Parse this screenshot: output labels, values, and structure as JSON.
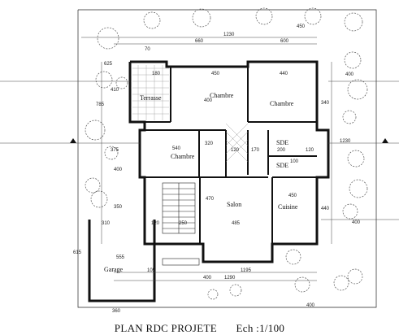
{
  "plan": {
    "title": "PLAN RDC PROJETE",
    "scale": "Ech :1/100",
    "rooms": {
      "terrasse": "Terrasse",
      "chambre1": "Chambre",
      "chambre2": "Chambre",
      "chambre3": "Chambre",
      "sde1": "SDE",
      "sde2": "SDE",
      "salon": "Salon",
      "cuisine": "Cuisine",
      "garage": "Garage"
    },
    "dimensions": {
      "top_total": "1230",
      "top_left": "660",
      "top_right": "600",
      "top_70": "70",
      "top_450": "450",
      "terrace_width": "180",
      "chambre1_width": "450",
      "chambre3_width": "440",
      "chambre1_height": "400",
      "left_625": "625",
      "left_410": "410",
      "left_785": "785",
      "left_375": "375",
      "left_400": "400",
      "chambre2_width": "540",
      "dim_320": "320",
      "dim_120a": "120",
      "dim_170": "170",
      "dim_200": "200",
      "dim_120b": "120",
      "sde_100": "100",
      "right_400a": "400",
      "right_400b": "400",
      "right_1230": "1230",
      "right_340": "340",
      "right_440": "440",
      "salon_470": "470",
      "salon_485": "485",
      "cuisine_450": "450",
      "stair_250": "250",
      "stair_120": "120",
      "garage_350": "350",
      "garage_310": "310",
      "garage_555": "555",
      "garage_615": "615",
      "bottom_105": "105",
      "bottom_1195": "1195",
      "bottom_1290": "1290",
      "bottom_400": "400",
      "bottom_360": "360",
      "bottom_400b": "400"
    }
  }
}
